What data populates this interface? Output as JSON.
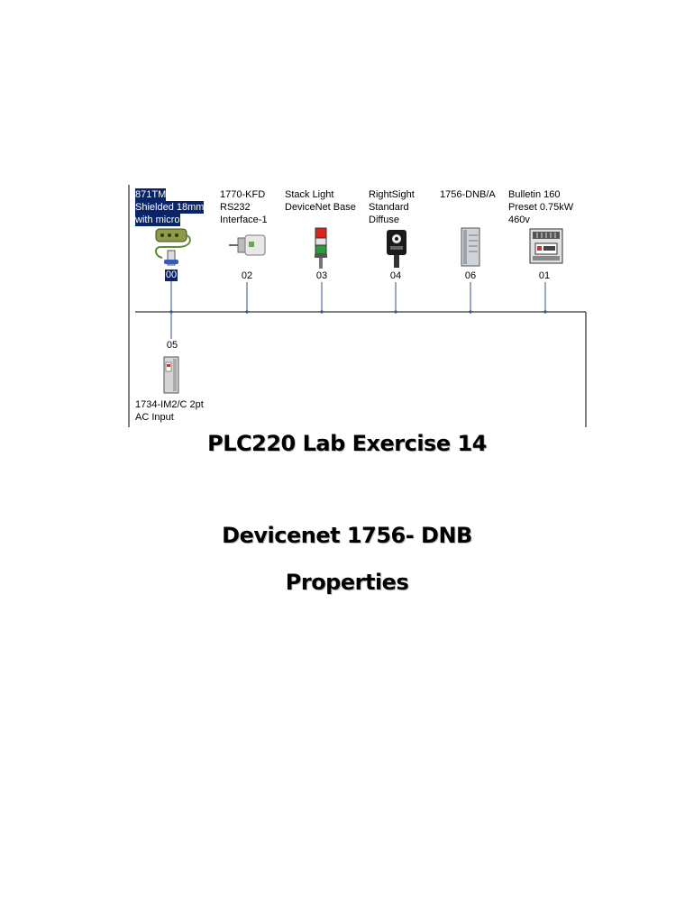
{
  "network": {
    "devices": [
      {
        "lines": [
          "871TM",
          "Shielded 18mm",
          "with micro"
        ],
        "address": "00",
        "icon": "proximity-sensor-icon"
      },
      {
        "lines": [
          "1770-KFD",
          "RS232",
          "Interface-1"
        ],
        "address": "02",
        "icon": "serial-interface-icon"
      },
      {
        "lines": [
          "Stack Light",
          "DeviceNet Base"
        ],
        "address": "03",
        "icon": "stack-light-icon"
      },
      {
        "lines": [
          "RightSight",
          "Standard",
          "Diffuse"
        ],
        "address": "04",
        "icon": "photoeye-sensor-icon"
      },
      {
        "lines": [
          "1756-DNB/A"
        ],
        "address": "06",
        "icon": "scanner-module-icon"
      },
      {
        "lines": [
          "Bulletin 160",
          "Preset  0.75kW",
          "460v"
        ],
        "address": "01",
        "icon": "drive-icon"
      }
    ],
    "lower_device": {
      "lines": [
        "1734-IM2/C 2pt",
        "AC Input"
      ],
      "address": "05",
      "icon": "io-module-icon"
    }
  },
  "document": {
    "title": "PLC220 Lab Exercise 14",
    "subtitle_line1": "Devicenet 1756- DNB",
    "subtitle_line2": "Properties"
  }
}
